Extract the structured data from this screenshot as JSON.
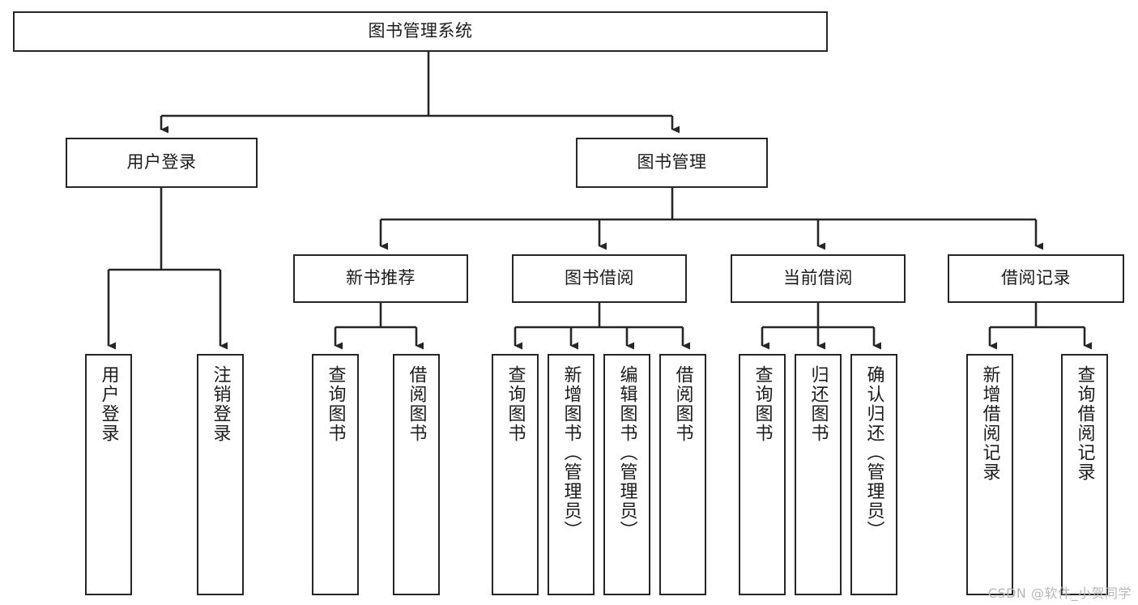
{
  "diagram": {
    "type": "tree-hierarchy",
    "title": "图书管理系统",
    "root": {
      "label": "图书管理系统"
    },
    "level2": [
      {
        "id": "user-login",
        "label": "用户登录"
      },
      {
        "id": "book-manage",
        "label": "图书管理"
      }
    ],
    "level3": [
      {
        "id": "new-book-rec",
        "label": "新书推荐"
      },
      {
        "id": "book-borrow",
        "label": "图书借阅"
      },
      {
        "id": "current-borrow",
        "label": "当前借阅"
      },
      {
        "id": "borrow-record",
        "label": "借阅记录"
      }
    ],
    "leaves": [
      {
        "id": "leaf-user-login",
        "parent": "user-login",
        "label": "用户登录"
      },
      {
        "id": "leaf-logout",
        "parent": "user-login",
        "label": "注销登录"
      },
      {
        "id": "leaf-query-book-1",
        "parent": "new-book-rec",
        "label": "查询图书"
      },
      {
        "id": "leaf-borrow-book-1",
        "parent": "new-book-rec",
        "label": "借阅图书"
      },
      {
        "id": "leaf-query-book-2",
        "parent": "book-borrow",
        "label": "查询图书"
      },
      {
        "id": "leaf-add-book",
        "parent": "book-borrow",
        "label": "新增图书（管理员）"
      },
      {
        "id": "leaf-edit-book",
        "parent": "book-borrow",
        "label": "编辑图书（管理员）"
      },
      {
        "id": "leaf-borrow-book-2",
        "parent": "book-borrow",
        "label": "借阅图书"
      },
      {
        "id": "leaf-query-book-3",
        "parent": "current-borrow",
        "label": "查询图书"
      },
      {
        "id": "leaf-return-book",
        "parent": "current-borrow",
        "label": "归还图书"
      },
      {
        "id": "leaf-confirm-return",
        "parent": "current-borrow",
        "label": "确认归还（管理员）"
      },
      {
        "id": "leaf-add-record",
        "parent": "borrow-record",
        "label": "新增借阅记录"
      },
      {
        "id": "leaf-query-record",
        "parent": "borrow-record",
        "label": "查询借阅记录"
      }
    ]
  },
  "watermark": {
    "text": "CSDN @软件_小贺同学"
  },
  "colors": {
    "stroke": "#262626",
    "fill": "#ffffff",
    "text": "#1c1c1c",
    "watermark": "#b7b7b7"
  }
}
